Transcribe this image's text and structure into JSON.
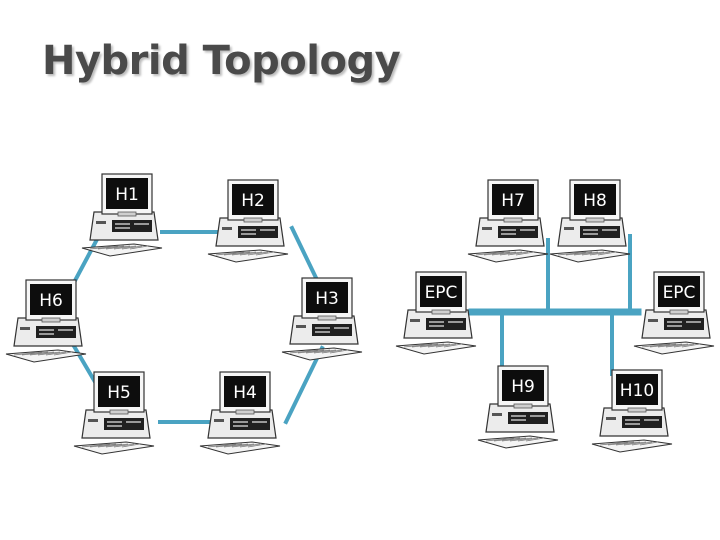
{
  "title": "Hybrid Topology",
  "colors": {
    "link": "#4aa3c2",
    "screen": "#0d0d0d",
    "case": "#ececec"
  },
  "icons": {
    "computer": "pc-computer-icon"
  },
  "nodes": [
    {
      "id": "H1",
      "label": "H1"
    },
    {
      "id": "H2",
      "label": "H2"
    },
    {
      "id": "H3",
      "label": "H3"
    },
    {
      "id": "H4",
      "label": "H4"
    },
    {
      "id": "H5",
      "label": "H5"
    },
    {
      "id": "H6",
      "label": "H6"
    },
    {
      "id": "EPC1",
      "label": "EPC"
    },
    {
      "id": "H7",
      "label": "H7"
    },
    {
      "id": "H8",
      "label": "H8"
    },
    {
      "id": "EPC2",
      "label": "EPC"
    },
    {
      "id": "H9",
      "label": "H9"
    },
    {
      "id": "H10",
      "label": "H10"
    }
  ]
}
